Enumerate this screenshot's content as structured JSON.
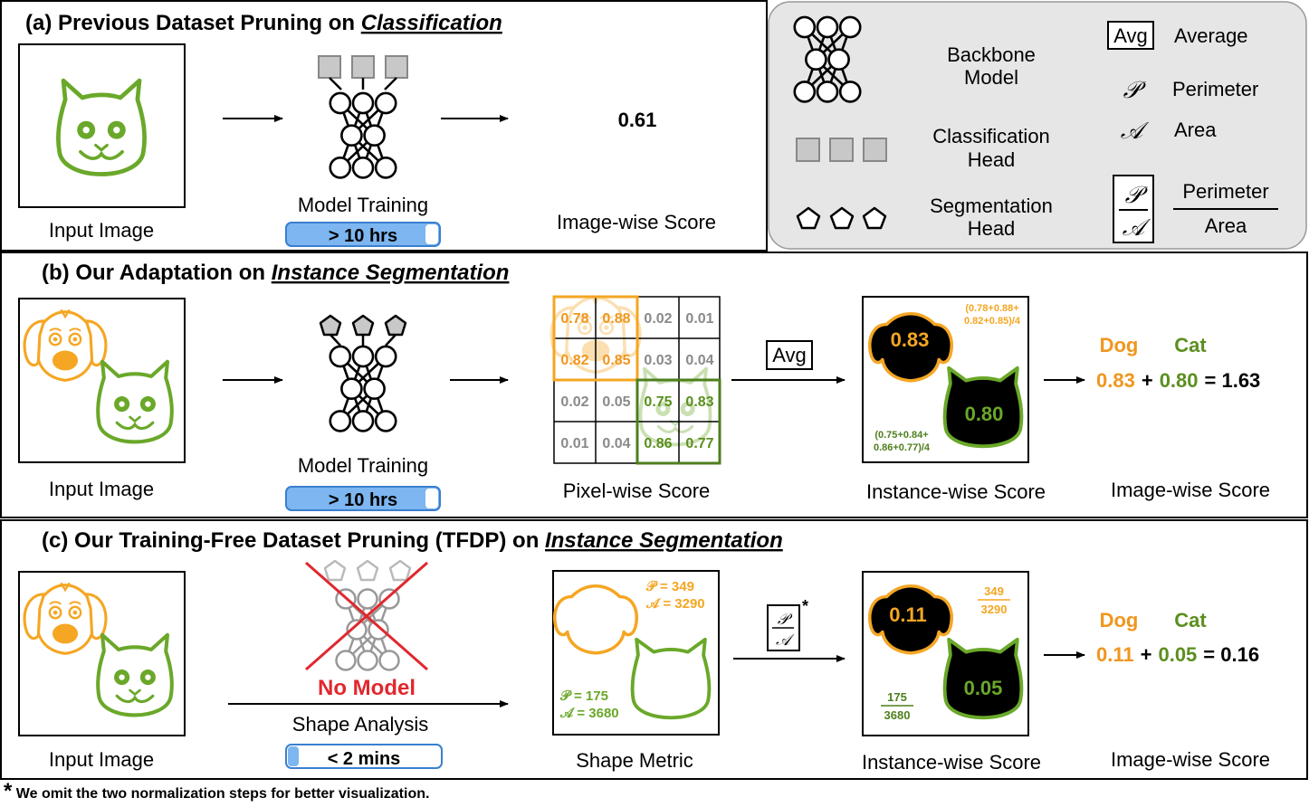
{
  "panel_a": {
    "title_prefix": "(a) Previous Dataset Pruning on ",
    "title_emph": "Classification",
    "input_label": "Input Image",
    "model_label": "Model Training",
    "time_badge": "> 10 hrs",
    "score_value": "0.61",
    "score_label": "Image-wise Score"
  },
  "legend": {
    "backbone": [
      "Backbone",
      "Model"
    ],
    "cls_head": [
      "Classification",
      "Head"
    ],
    "seg_head": [
      "Segmentation",
      "Head"
    ],
    "avg_box": "Avg",
    "avg_text": "Average",
    "p_symbol": "𝒫",
    "p_text": "Perimeter",
    "a_symbol": "𝒜",
    "a_text": "Area",
    "frac_num": "Perimeter",
    "frac_den": "Area"
  },
  "panel_b": {
    "title_prefix": "(b) Our Adaptation on ",
    "title_emph": "Instance Segmentation",
    "input_label": "Input Image",
    "model_label": "Model Training",
    "time_badge": "> 10 hrs",
    "grid": [
      [
        "0.78",
        "0.88",
        "0.02",
        "0.01"
      ],
      [
        "0.82",
        "0.85",
        "0.03",
        "0.04"
      ],
      [
        "0.02",
        "0.05",
        "0.75",
        "0.83"
      ],
      [
        "0.01",
        "0.04",
        "0.86",
        "0.77"
      ]
    ],
    "pixel_label": "Pixel-wise Score",
    "avg_box": "Avg",
    "dog_score": "0.83",
    "cat_score": "0.80",
    "dog_formula": [
      "(0.78+0.88+",
      "0.82+0.85)/4"
    ],
    "cat_formula": [
      "(0.75+0.84+",
      "0.86+0.77)/4"
    ],
    "instance_label": "Instance-wise Score",
    "dog_word": "Dog",
    "cat_word": "Cat",
    "eq_dog": "0.83",
    "eq_plus": "+",
    "eq_cat": "0.80",
    "eq_total": "= 1.63",
    "image_label": "Image-wise Score"
  },
  "panel_c": {
    "title_prefix": "(c) Our Training-Free Dataset Pruning (TFDP) on ",
    "title_emph": "Instance Segmentation",
    "input_label": "Input Image",
    "no_model": "No Model",
    "shape_analysis": "Shape Analysis",
    "time_badge": "< 2 mins",
    "dog_p": "𝒫 = 349",
    "dog_a": "𝒜 = 3290",
    "cat_p": "𝒫 = 175",
    "cat_a": "𝒜 = 3680",
    "shape_label": "Shape Metric",
    "frac_num": "𝒫",
    "frac_den": "𝒜",
    "asterisk": "*",
    "dog_score": "0.11",
    "cat_score": "0.05",
    "dog_frac": [
      "349",
      "3290"
    ],
    "cat_frac": [
      "175",
      "3680"
    ],
    "instance_label": "Instance-wise Score",
    "dog_word": "Dog",
    "cat_word": "Cat",
    "eq_dog": "0.11",
    "eq_plus": "+",
    "eq_cat": "0.05",
    "eq_total": "= 0.16",
    "image_label": "Image-wise Score"
  },
  "footnote": {
    "star": "*",
    "text": " We omit the two normalization steps for better visualization."
  },
  "colors": {
    "dog": "#F5A623",
    "cat": "#6AA829",
    "dog_text": "#F0961E",
    "cat_text": "#5B8F1F",
    "no_model": "#E0282E",
    "badge_fill": "#7DB6F0",
    "badge_stroke": "#3A7FD0",
    "legend_bg": "#E6E6E6"
  }
}
